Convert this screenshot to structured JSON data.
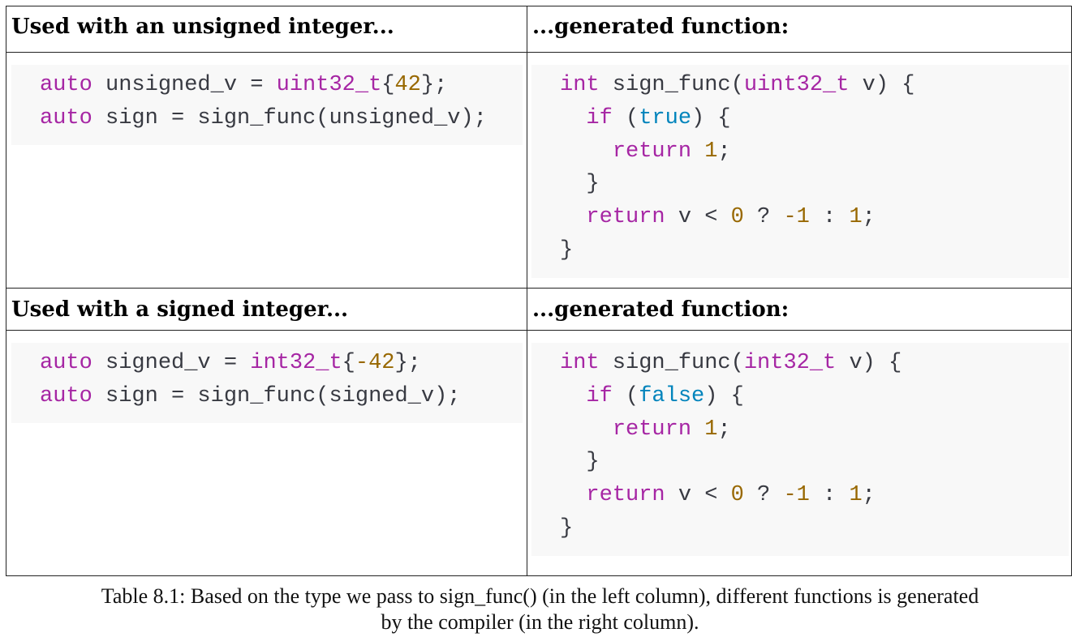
{
  "table": {
    "rows": [
      {
        "left_header": "Used with an unsigned integer...",
        "right_header": "...generated function:",
        "left_code": [
          [
            [
              "auto",
              "k"
            ],
            [
              " unsigned_v = ",
              "p"
            ],
            [
              "uint32_t",
              "k"
            ],
            [
              "{",
              "p"
            ],
            [
              "42",
              "n"
            ],
            [
              "};",
              "p"
            ]
          ],
          [
            [
              "auto",
              "k"
            ],
            [
              " sign = sign_func(unsigned_v);",
              "p"
            ]
          ]
        ],
        "right_code": [
          [
            [
              "int",
              "k"
            ],
            [
              " sign_func(",
              "p"
            ],
            [
              "uint32_t",
              "k"
            ],
            [
              " v) {",
              "p"
            ]
          ],
          [
            [
              "  ",
              "p"
            ],
            [
              "if",
              "k"
            ],
            [
              " (",
              "p"
            ],
            [
              "true",
              "b"
            ],
            [
              ") {",
              "p"
            ]
          ],
          [
            [
              "    ",
              "p"
            ],
            [
              "return",
              "k"
            ],
            [
              " ",
              "p"
            ],
            [
              "1",
              "n"
            ],
            [
              ";",
              "p"
            ]
          ],
          [
            [
              "  }",
              "p"
            ]
          ],
          [
            [
              "  ",
              "p"
            ],
            [
              "return",
              "k"
            ],
            [
              " v < ",
              "p"
            ],
            [
              "0",
              "n"
            ],
            [
              " ? ",
              "p"
            ],
            [
              "-1",
              "n"
            ],
            [
              " : ",
              "p"
            ],
            [
              "1",
              "n"
            ],
            [
              ";",
              "p"
            ]
          ],
          [
            [
              "}",
              "p"
            ]
          ]
        ]
      },
      {
        "left_header": "Used with a signed integer...",
        "right_header": "...generated function:",
        "left_code": [
          [
            [
              "auto",
              "k"
            ],
            [
              " signed_v = ",
              "p"
            ],
            [
              "int32_t",
              "k"
            ],
            [
              "{",
              "p"
            ],
            [
              "-42",
              "n"
            ],
            [
              "};",
              "p"
            ]
          ],
          [
            [
              "auto",
              "k"
            ],
            [
              " sign = sign_func(signed_v);",
              "p"
            ]
          ]
        ],
        "right_code": [
          [
            [
              "int",
              "k"
            ],
            [
              " sign_func(",
              "p"
            ],
            [
              "int32_t",
              "k"
            ],
            [
              " v) {",
              "p"
            ]
          ],
          [
            [
              "  ",
              "p"
            ],
            [
              "if",
              "k"
            ],
            [
              " (",
              "p"
            ],
            [
              "false",
              "b"
            ],
            [
              ") {",
              "p"
            ]
          ],
          [
            [
              "    ",
              "p"
            ],
            [
              "return",
              "k"
            ],
            [
              " ",
              "p"
            ],
            [
              "1",
              "n"
            ],
            [
              ";",
              "p"
            ]
          ],
          [
            [
              "  }",
              "p"
            ]
          ],
          [
            [
              "  ",
              "p"
            ],
            [
              "return",
              "k"
            ],
            [
              " v < ",
              "p"
            ],
            [
              "0",
              "n"
            ],
            [
              " ? ",
              "p"
            ],
            [
              "-1",
              "n"
            ],
            [
              " : ",
              "p"
            ],
            [
              "1",
              "n"
            ],
            [
              ";",
              "p"
            ]
          ],
          [
            [
              "}",
              "p"
            ]
          ]
        ]
      }
    ]
  },
  "caption": {
    "line1": "Table 8.1: Based on the type we pass to sign_func() (in the left column), different functions is generated",
    "line2": "by the compiler (in the right column)."
  },
  "colors": {
    "keyword": "#a626a4",
    "number": "#986801",
    "literal": "#0184bc",
    "text": "#383a42",
    "code_bg": "#f8f8f8"
  }
}
